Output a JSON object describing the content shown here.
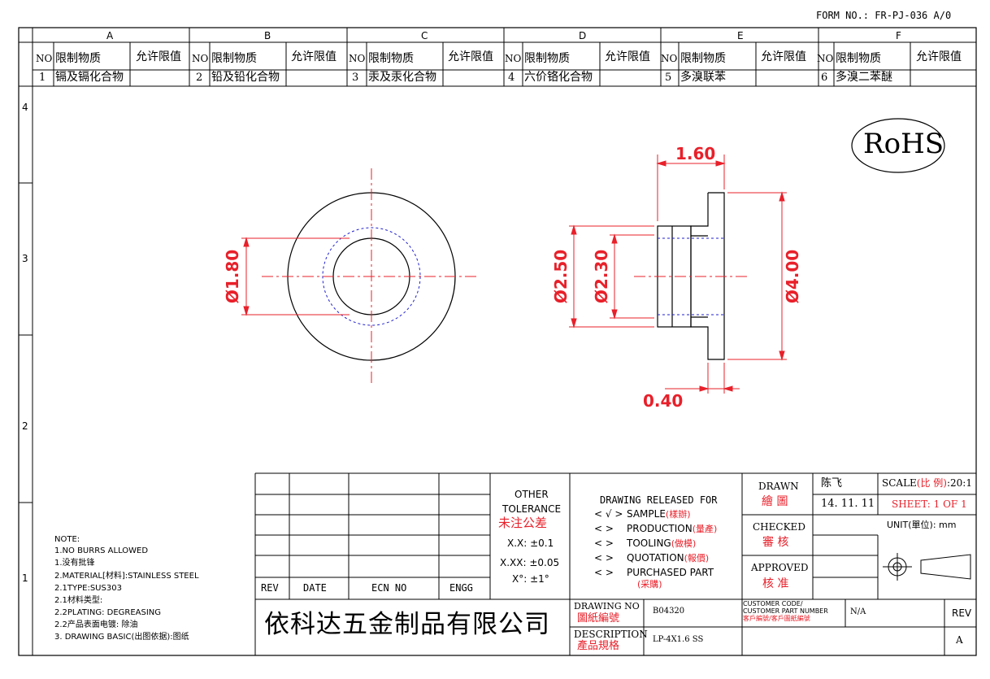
{
  "form_no": "FORM NO.: FR-PJ-036 A/0",
  "zones": {
    "cols": [
      "A",
      "B",
      "C",
      "D",
      "E",
      "F"
    ],
    "rows": [
      "4",
      "3",
      "2",
      "1"
    ]
  },
  "substance_table": {
    "header": {
      "no": "NO",
      "substance": "限制物质",
      "limit": "允许限值"
    },
    "rows": [
      {
        "no": "1",
        "name": "镉及镉化合物"
      },
      {
        "no": "2",
        "name": "铅及铅化合物"
      },
      {
        "no": "3",
        "name": "汞及汞化合物"
      },
      {
        "no": "4",
        "name": "六价铬化合物"
      },
      {
        "no": "5",
        "name": "多溴联苯"
      },
      {
        "no": "6",
        "name": "多溴二苯醚"
      }
    ]
  },
  "rohs": "RoHS",
  "dimensions": {
    "d180": "Ø1.80",
    "d250": "Ø2.50",
    "d230": "Ø2.30",
    "d400": "Ø4.00",
    "w160": "1.60",
    "w040": "0.40"
  },
  "notes": [
    "NOTE:",
    "1.NO BURRS ALLOWED",
    "1.没有批锋",
    "2.MATERIAL[材料]:STAINLESS STEEL",
    "2.1TYPE:SUS303",
    "2.1材料类型:",
    "2.2PLATING: DEGREASING",
    "2.2产品表面电镀: 除油",
    "3. DRAWING BASIC(出图依据):图纸"
  ],
  "rev_table": {
    "rev": "REV",
    "date": "DATE",
    "ecn": "ECN NO",
    "engg": "ENGG"
  },
  "tolerance": {
    "line1": "OTHER",
    "line2": "TOLERANCE",
    "cn": "未注公差",
    "xx": "X.X: ±0.1",
    "xxx": "X.XX: ±0.05",
    "deg": "X°: ±1°"
  },
  "release": {
    "title": "DRAWING RELEASED FOR",
    "items": [
      {
        "mark": "< √ >",
        "en": "SAMPLE",
        "cn": "(樣辦)"
      },
      {
        "mark": "<     >",
        "en": "PRODUCTION",
        "cn": "(量產)"
      },
      {
        "mark": "<     >",
        "en": "TOOLING",
        "cn": "(做模)"
      },
      {
        "mark": "<     >",
        "en": "QUOTATION",
        "cn": "(報價)"
      },
      {
        "mark": "<     >",
        "en": "PURCHASED PART",
        "cn": "(采購)"
      }
    ]
  },
  "signoff": {
    "drawn": "DRAWN",
    "drawn_cn": "繪 圖",
    "drawer": "陈飞",
    "date": "14. 11. 11",
    "checked": "CHECKED",
    "checked_cn": "審 核",
    "approved": "APPROVED",
    "approved_cn": "核 准"
  },
  "scale": {
    "label": "SCALE",
    "cn": "(比 例)",
    "value": ":20:1"
  },
  "sheet": "SHEET:  1 OF 1",
  "unit": {
    "label": "UNIT(單位):",
    "value": "mm"
  },
  "company": "依科达五金制品有限公司",
  "drawing_no": {
    "en": "DRAWING NO",
    "cn": "圖紙編號",
    "value": "B04320"
  },
  "customer": {
    "en1": "CUSTOMER CODE/",
    "en2": "CUSTOMER PART NUMBER",
    "cn": "客戶編號/客戶圖紙編號",
    "value": "N/A"
  },
  "description": {
    "en": "DESCRIPTION",
    "cn": "產品規格",
    "value": "LP-4X1.6 SS"
  },
  "rev": {
    "label": "REV",
    "value": "A"
  },
  "colors": {
    "line": "#000000",
    "dim": "#e8202a",
    "hidden": "#2020d0"
  }
}
